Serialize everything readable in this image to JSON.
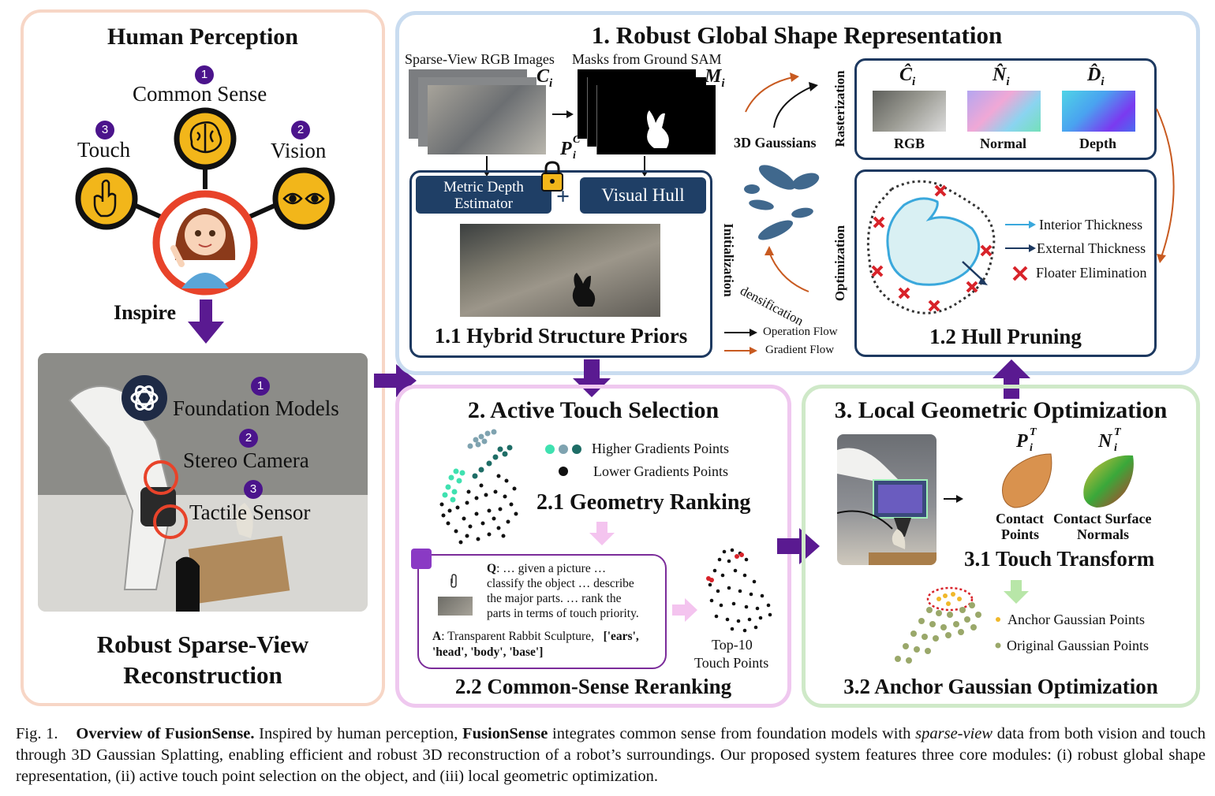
{
  "human": {
    "title": "Human Perception",
    "common_sense": "Common Sense",
    "touch": "Touch",
    "vision": "Vision",
    "n1": "1",
    "n2": "2",
    "n3": "3",
    "inspire": "Inspire",
    "robot_items": [
      {
        "num": "1",
        "label": "Foundation Models"
      },
      {
        "num": "2",
        "label": "Stereo Camera"
      },
      {
        "num": "3",
        "label": "Tactile Sensor"
      }
    ],
    "bottom_title_1": "Robust Sparse-View",
    "bottom_title_2": "Reconstruction"
  },
  "global": {
    "title": "1. Robust Global Shape Representation",
    "sparse_rgb": "Sparse-View RGB Images",
    "masks": "Masks from Ground SAM",
    "ci": "C",
    "mi": "M",
    "pic": "P",
    "sub_i": "i",
    "sup_c": "C",
    "metric_depth_1": "Metric Depth",
    "metric_depth_2": "Estimator",
    "plus": "+",
    "visual_hull": "Visual Hull",
    "hybrid_title": "1.1 Hybrid Structure Priors",
    "initialization": "Initialization",
    "gaussians": "3D Gaussians",
    "rasterization": "Rasterization",
    "optimization": "Optimization",
    "densification": "densification",
    "render_labels": [
      "RGB",
      "Normal",
      "Depth"
    ],
    "hat_c": "Ĉ",
    "hat_n": "N̂",
    "hat_d": "D̂",
    "legend_interior": "Interior Thickness",
    "legend_external": "External Thickness",
    "legend_floater": "Floater Elimination",
    "hull_title": "1.2 Hull Pruning",
    "op_flow": "Operation Flow",
    "grad_flow": "Gradient Flow"
  },
  "touch": {
    "title": "2. Active Touch Selection",
    "higher": "Higher Gradients Points",
    "lower": "Lower Gradients Points",
    "ranking": "2.1 Geometry Ranking",
    "q_label": "Q",
    "q_lines": [
      ": … given a picture …",
      "classify the object … describe",
      "the major parts. … rank the",
      "parts in terms of touch priority."
    ],
    "a_label": "A",
    "a_text": ": Transparent Rabbit Sculpture,",
    "a_parts": "['ears',",
    "a_parts_2": "'head', 'body', 'base']",
    "top10_1": "Top-10",
    "top10_2": "Touch Points",
    "rerank": "2.2 Common-Sense Reranking"
  },
  "local": {
    "title": "3. Local Geometric Optimization",
    "pt": "P",
    "nt": "N",
    "sup_t": "T",
    "sub_i": "i",
    "contact_points_1": "Contact",
    "contact_points_2": "Points",
    "contact_normals_1": "Contact Surface",
    "contact_normals_2": "Normals",
    "touch_transform": "3.1 Touch Transform",
    "anchor": "Anchor Gaussian Points",
    "original": "Original Gaussian Points",
    "anchor_opt": "3.2 Anchor Gaussian Optimization"
  },
  "caption": {
    "fig": "Fig. 1.",
    "bold_title": "Overview of FusionSense.",
    "t1": " Inspired by human perception, ",
    "bold_name": "FusionSense",
    "t2": " integrates common sense from foundation models with ",
    "italic": "sparse-view",
    "t3": " data from both vision and touch through 3D Gaussian Splatting, enabling efficient and robust 3D reconstruction of a robot’s surroundings. Our proposed system features three core modules: (i) robust global shape representation, (ii) active touch point selection on the object, and (iii) local geometric optimization."
  },
  "colors": {
    "human_border": "#f7d6c6",
    "global_border": "#c9dcf0",
    "touch_border": "#efc8ef",
    "local_border": "#cfe9c8",
    "arrow_purple": "#5a1a91",
    "navy": "#1f3f66",
    "sense_yellow": "#f2b61a",
    "ring_red": "#e8432a"
  }
}
